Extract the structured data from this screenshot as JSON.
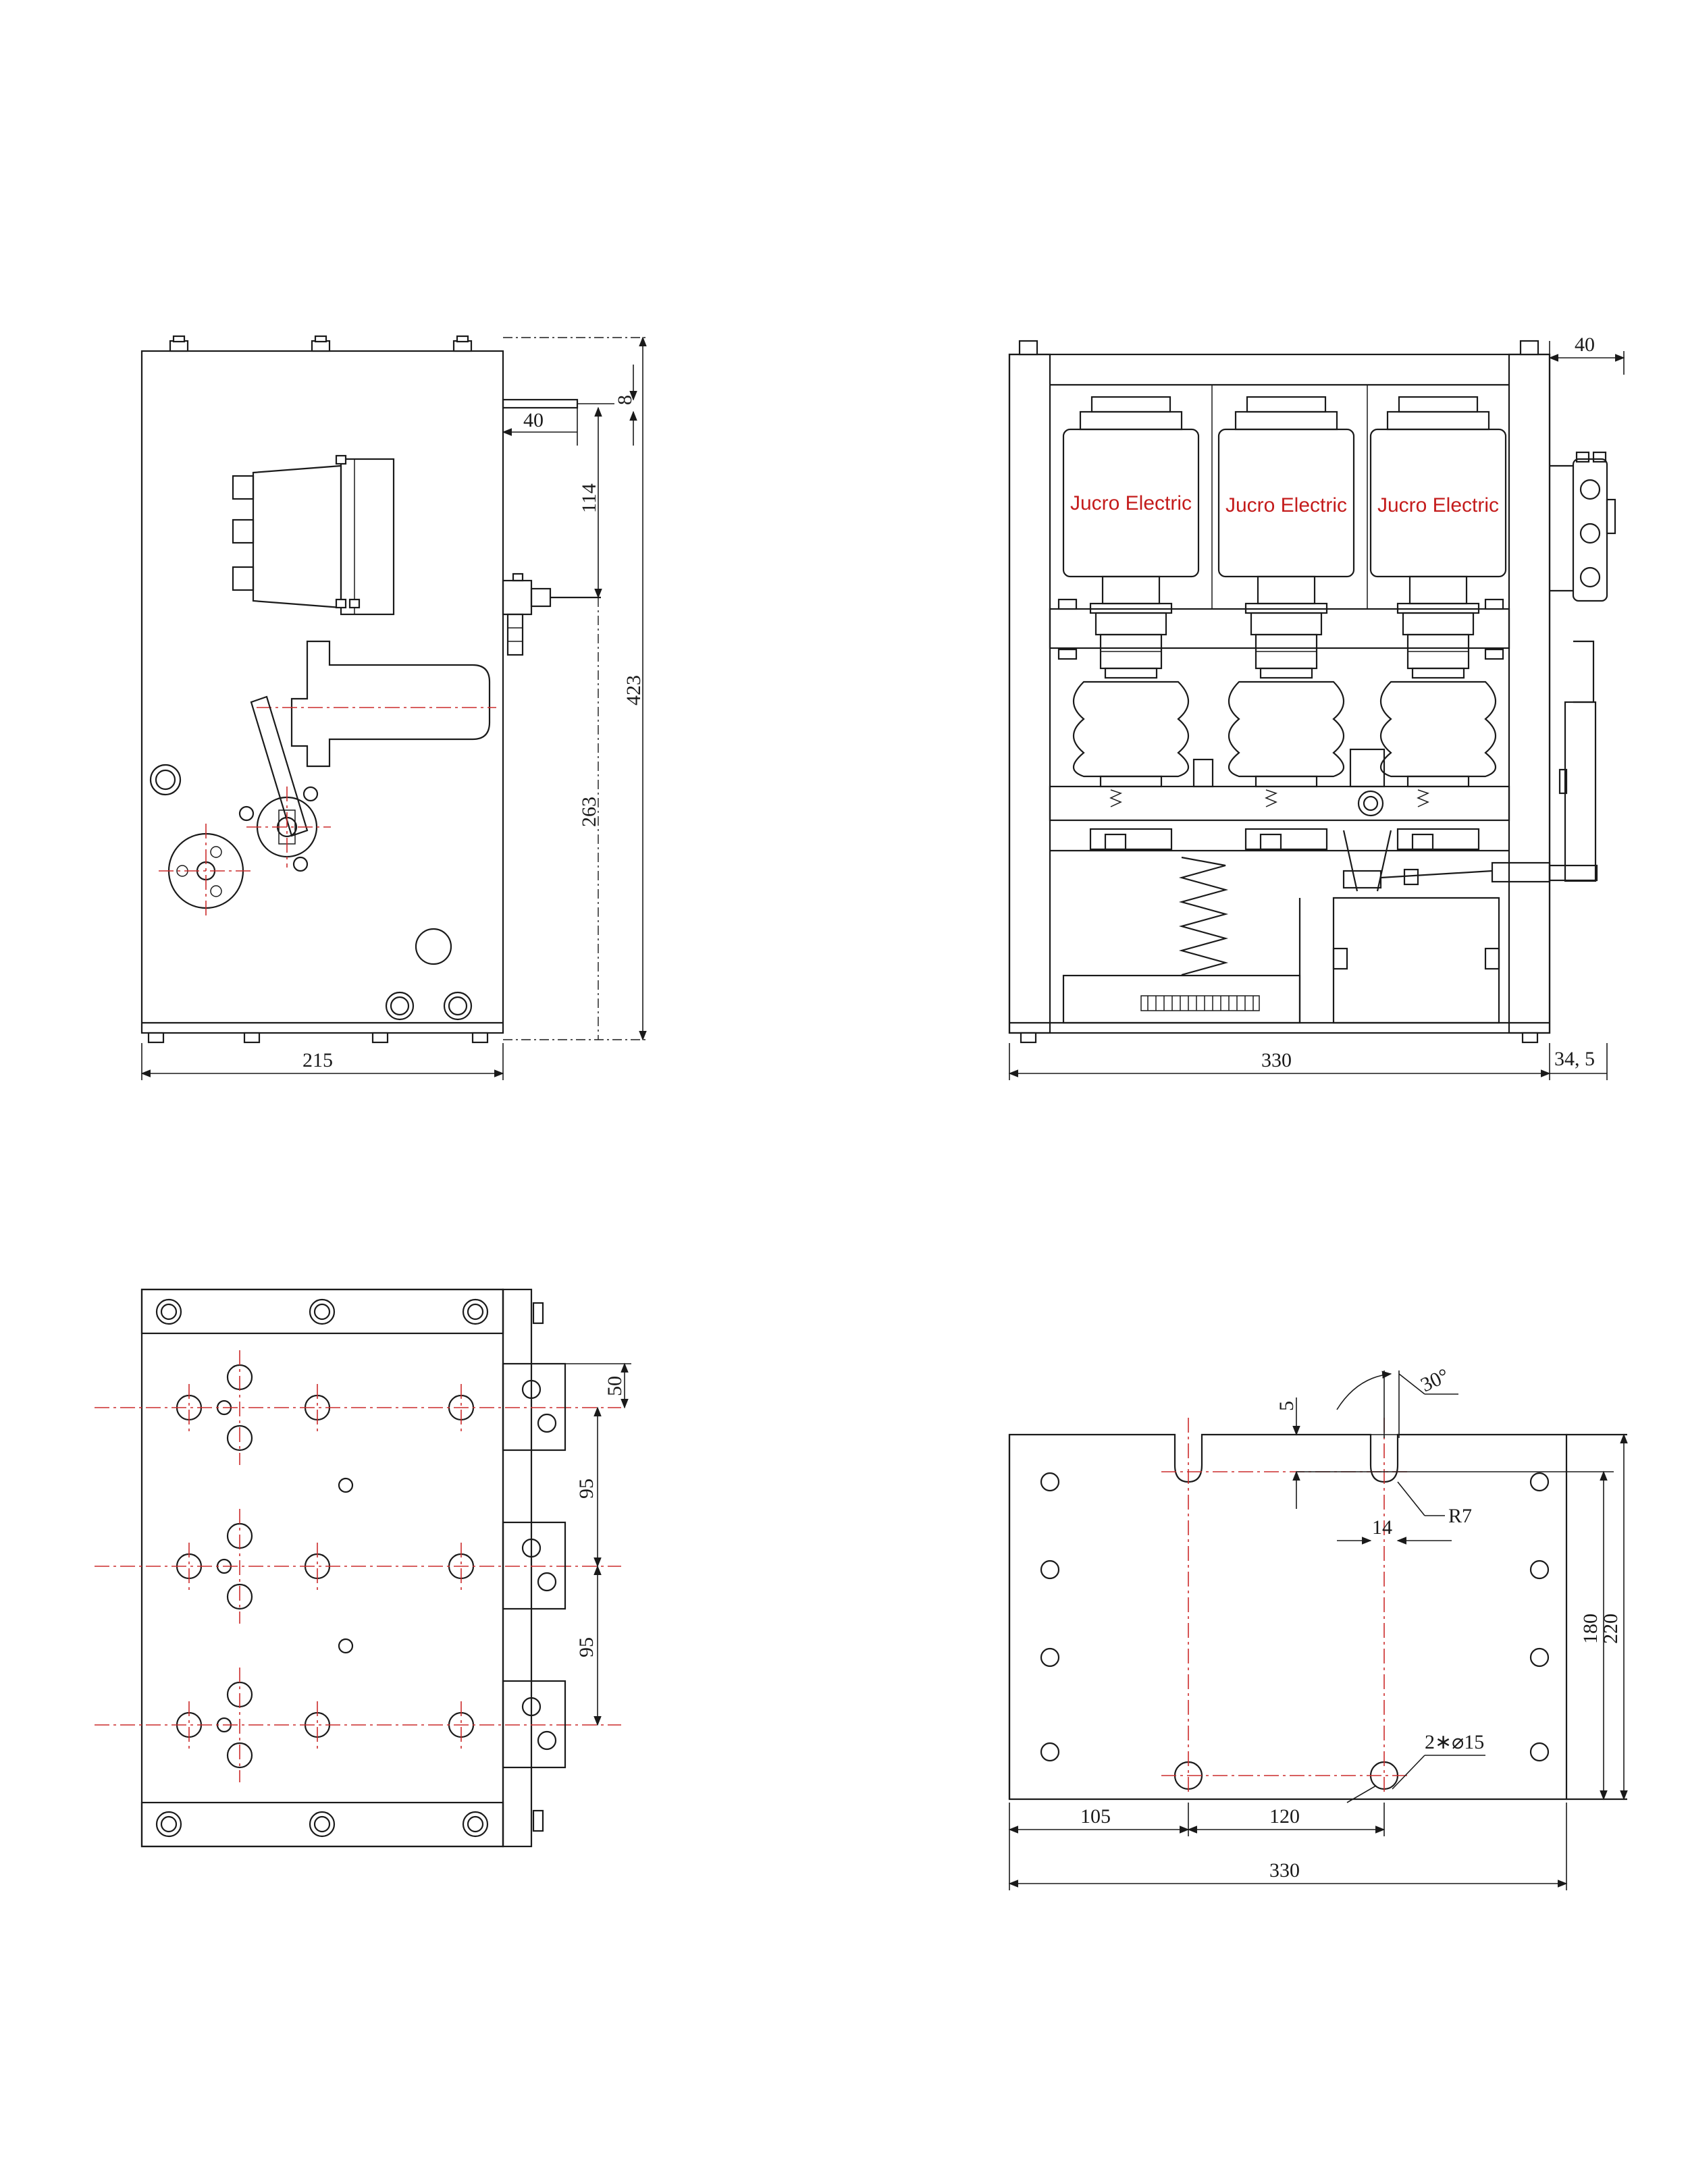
{
  "brand": {
    "label": "Jucro Electric",
    "color": "#c41c1c"
  },
  "side_view": {
    "dims": {
      "d40": "40",
      "d8": "8",
      "d114": "114",
      "d423": "423",
      "d263": "263",
      "d215": "215"
    }
  },
  "front_view": {
    "dims": {
      "d40": "40",
      "d330": "330",
      "d345": "34, 5"
    }
  },
  "top_view": {
    "dims": {
      "d50": "50",
      "d95a": "95",
      "d95b": "95"
    }
  },
  "base_view": {
    "dims": {
      "d5": "5",
      "d30": "30°",
      "dR7": "R7",
      "d14": "14",
      "d180": "180",
      "d220": "220",
      "dHoles": "2∗⌀15",
      "d105": "105",
      "d120": "120",
      "d330": "330"
    }
  },
  "colors": {
    "line": "#1a1a1a",
    "centerline": "#cc2b2b"
  }
}
